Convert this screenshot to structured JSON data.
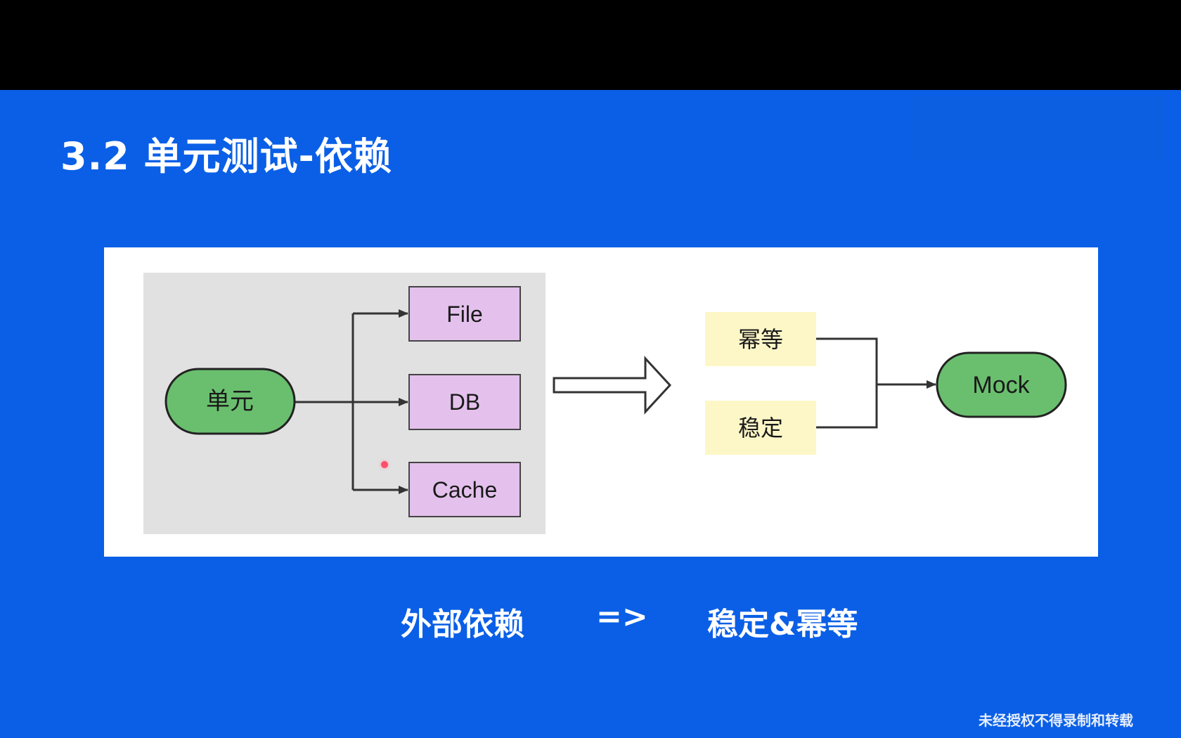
{
  "slide": {
    "title": "3.2 单元测试-依赖",
    "caption_left": "外部依赖",
    "caption_arrow": "=>",
    "caption_right": "稳定&幂等",
    "watermark": "未经授权不得录制和转载",
    "background_color": "#0a5fe6"
  },
  "diagram": {
    "unit_label": "单元",
    "dependencies": [
      {
        "label": "File"
      },
      {
        "label": "DB"
      },
      {
        "label": "Cache"
      }
    ],
    "properties": [
      {
        "label": "幂等"
      },
      {
        "label": "稳定"
      }
    ],
    "result_label": "Mock",
    "colors": {
      "green_node": "#6abf6e",
      "purple_node": "#e4c1ec",
      "yellow_node": "#fdf7c7",
      "group_background": "#e1e1e1",
      "line": "#333333"
    }
  }
}
